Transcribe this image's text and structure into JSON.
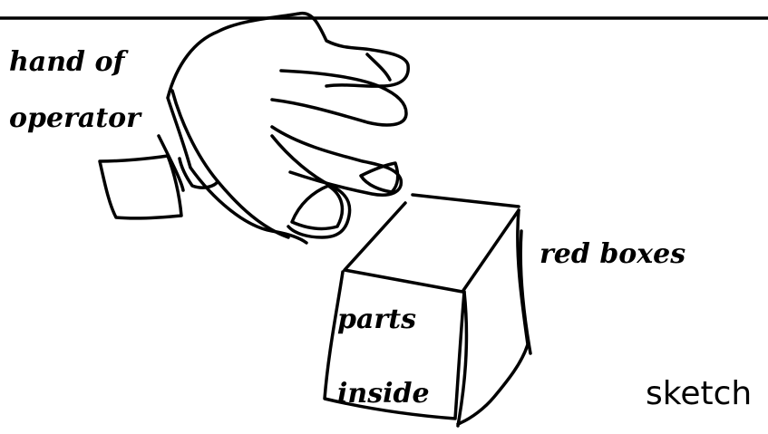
{
  "labels": {
    "hand_line1": "hand of",
    "hand_line2": "operator",
    "red_boxes": "red boxes",
    "parts_line1": "parts",
    "parts_line2": "inside",
    "caption": "sketch"
  },
  "colors": {
    "ink": "#000000",
    "background": "#ffffff"
  }
}
